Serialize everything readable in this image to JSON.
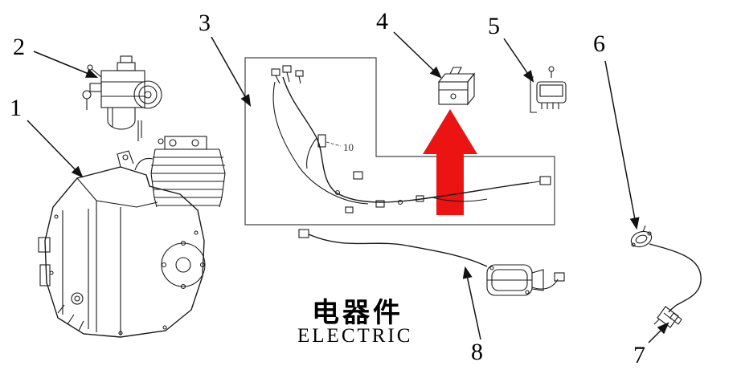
{
  "diagram": {
    "titles": {
      "chinese": "电器件",
      "english": "ELECTRIC"
    },
    "part_labels": {
      "p1": "1",
      "p2": "2",
      "p3": "3",
      "p4": "4",
      "p5": "5",
      "p6": "6",
      "p7": "7",
      "p8": "8",
      "p10": "10"
    },
    "colors": {
      "highlight_arrow": "#ec1313",
      "line_art": "#1a1a1a",
      "background": "#ffffff"
    }
  }
}
